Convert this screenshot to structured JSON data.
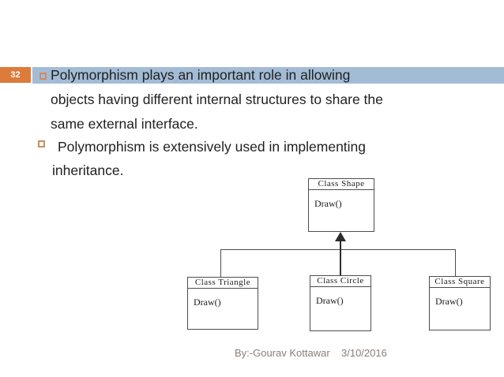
{
  "slide": {
    "page_number": "32",
    "content": {
      "bullet1": {
        "line1": "Polymorphism plays an important role in allowing",
        "line2": "objects having different internal structures to share the",
        "line3": "same external interface."
      },
      "bullet2": {
        "line1": "Polymorphism is extensively used in implementing",
        "line2": "inheritance."
      }
    },
    "footer": {
      "author": "By:-Gourav Kottawar",
      "date": "3/10/2016"
    }
  },
  "diagram": {
    "type": "uml-class-inheritance",
    "parent": {
      "title": "Class Shape",
      "method": "Draw()"
    },
    "children": [
      {
        "title": "Class Triangle",
        "method": "Draw()"
      },
      {
        "title": "Class Circle",
        "method": "Draw()"
      },
      {
        "title": "Class Square",
        "method": "Draw()"
      }
    ]
  },
  "colors": {
    "page_badge": "#dd7b3c",
    "highlight": "#a3bcd6",
    "bullet_outline": "#cd8a65",
    "body_text": "#212121",
    "footer_text": "#8b7e75",
    "diagram_line": "#4d4d4d"
  }
}
